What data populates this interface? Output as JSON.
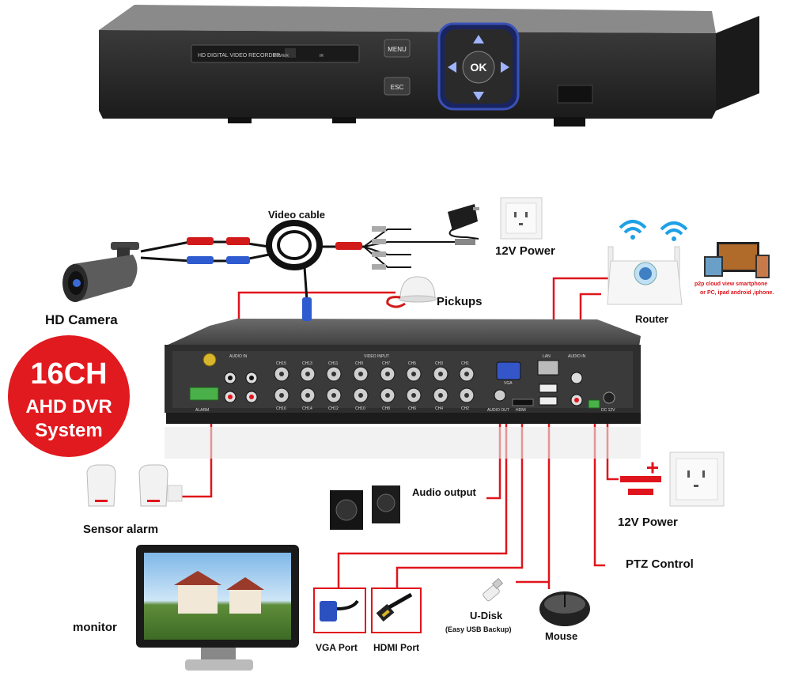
{
  "colors": {
    "wire": "#e0141c",
    "badge": "#e11a1f",
    "device": "#2b2b2b",
    "port_highlight": "#e0141c"
  },
  "top_dvr": {
    "display_text": "HD DIGITAL VIDEO RECORDER",
    "power_text": "POWER",
    "ir_text": "IR",
    "menu_label": "MENU",
    "esc_label": "ESC",
    "ok_label": "OK"
  },
  "badge": {
    "line1": "16CH",
    "line2": "AHD DVR",
    "line3": "System"
  },
  "labels": {
    "video_cable": "Video cable",
    "hd_camera": "HD Camera",
    "power_top": "12V Power",
    "pickups": "Pickups",
    "router": "Router",
    "p2p_line1": "p2p cloud  view smartphone",
    "p2p_line2": "or PC, ipad android ,iphone.",
    "sensor_alarm": "Sensor alarm",
    "audio_output": "Audio output",
    "power_right": "12V Power",
    "ptz_control": "PTZ Control",
    "monitor": "monitor",
    "vga_port": "VGA Port",
    "hdmi_port": "HDMI Port",
    "udisk": "U-Disk",
    "udisk_sub": "(Easy USB Backup)",
    "mouse": "Mouse"
  },
  "rear_panel": {
    "audio_in": "AUDIO IN",
    "video_input": "VIDEO INPUT",
    "vga": "VGA",
    "lan": "LAN",
    "audio_in_right": "AUDIO IN",
    "audio_out": "AUDIO OUT",
    "hdmi": "HDMI",
    "alarm": "ALARM",
    "dc": "DC 12V",
    "channels_top": [
      "CH15",
      "CH13",
      "CH11",
      "CH9",
      "CH7",
      "CH5",
      "CH3",
      "CH1"
    ],
    "channels_bottom": [
      "CH16",
      "CH14",
      "CH12",
      "CH10",
      "CH8",
      "CH6",
      "CH4",
      "CH2"
    ]
  },
  "icons": [
    "wifi-icon",
    "router-icon",
    "camera-icon",
    "wall-socket-icon",
    "power-adapter-icon",
    "pickup-mic-icon",
    "pir-sensor-icon",
    "speaker-icon",
    "monitor-icon",
    "vga-connector-icon",
    "hdmi-connector-icon",
    "usb-disk-icon",
    "mouse-icon",
    "dc-polarity-icon"
  ]
}
